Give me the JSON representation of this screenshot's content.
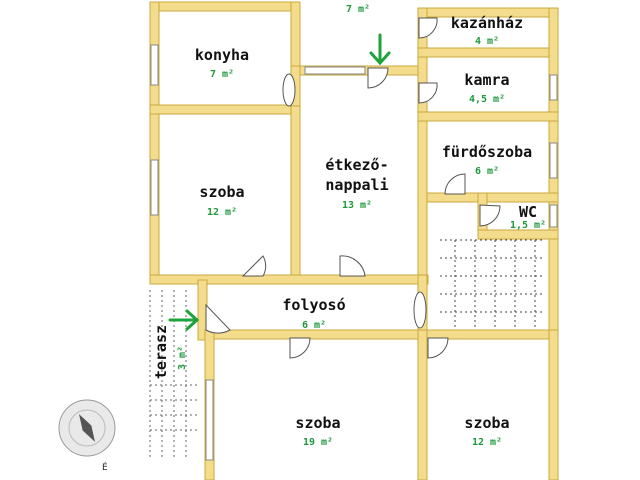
{
  "rooms": {
    "top_area": "7 m²",
    "kazanhaz": {
      "name": "kazánház",
      "area": "4 m²"
    },
    "konyha": {
      "name": "konyha",
      "area": "7 m²"
    },
    "kamra": {
      "name": "kamra",
      "area": "4,5 m²"
    },
    "furdoszoba": {
      "name": "fürdőszoba",
      "area": "6 m²"
    },
    "etkezo": {
      "name_line1": "étkező-",
      "name_line2": "nappali",
      "area": "13 m²"
    },
    "szoba_left": {
      "name": "szoba",
      "area": "12 m²"
    },
    "wc": {
      "name": "WC",
      "area": "1,5 m²"
    },
    "folyoso": {
      "name": "folyosó",
      "area": "6 m²"
    },
    "terasz": {
      "name": "terasz",
      "area": "3 m²"
    },
    "szoba_bottom_mid": {
      "name": "szoba",
      "area": "19 m²"
    },
    "szoba_bottom_right": {
      "name": "szoba",
      "area": "12 m²"
    }
  },
  "compass": {
    "north_label": "É"
  },
  "colors": {
    "wall_fill": "#f3dc8c",
    "wall_stroke": "#c9a93e",
    "area_text": "#1e9a3c",
    "arrow": "#1ea33c"
  },
  "icons": {
    "entrance_arrows": "green-down-arrow, green-right-arrow",
    "compass": "compass-rose-icon"
  }
}
